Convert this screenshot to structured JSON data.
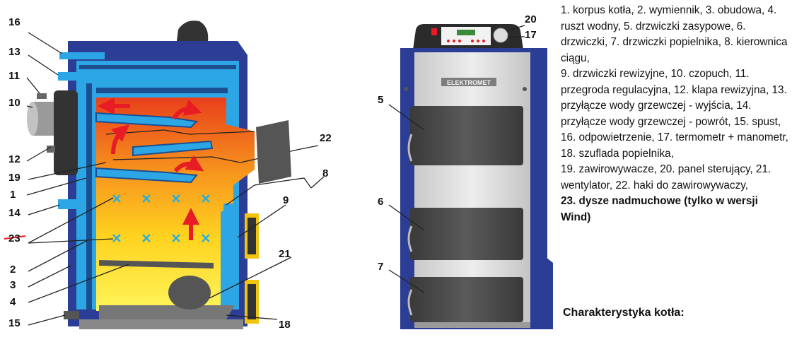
{
  "diagram": {
    "left_callouts": [
      "16",
      "13",
      "11",
      "10",
      "12",
      "19",
      "1",
      "14",
      "23",
      "2",
      "3",
      "4",
      "15"
    ],
    "right_callouts": [
      "22",
      "8",
      "9",
      "21",
      "18"
    ],
    "front_callouts": [
      "20",
      "17",
      "5",
      "6",
      "7"
    ],
    "brand_label": "ELEKTROMET"
  },
  "legend": {
    "paragraphs": [
      "1. korpus kotła, 2. wymiennik, 3. obudowa, 4. ruszt wodny, 5. drzwiczki zasypowe, 6. drzwiczki, 7. drzwiczki popielnika, 8. kierownica ciągu,",
      "9. drzwiczki rewizyjne, 10. czopuch, 11. przegroda regulacyjna, 12. klapa rewizyjna, 13. przyłącze wody grzewczej - wyjścia, 14. przyłącze wody grzewczej - powrót, 15. spust, 16. odpowietrzenie, 17. termometr + manometr, 18. szuflada popielnika,",
      "19. zawirowywacze, 20. panel sterujący, 21. wentylator, 22. haki do zawirowywaczy,"
    ],
    "bold_note": "23. dysze nadmuchowe (tylko w wersji Wind)"
  },
  "section_heading": "Charakterystyka kotła:",
  "colors": {
    "casing_blue": "#2c3d95",
    "water_jacket": "#2da6e6",
    "flame_top": "#e8401c",
    "flame_bottom": "#fff200",
    "door_gray": "#4a4a4a",
    "arrow_red": "#e81c24"
  }
}
